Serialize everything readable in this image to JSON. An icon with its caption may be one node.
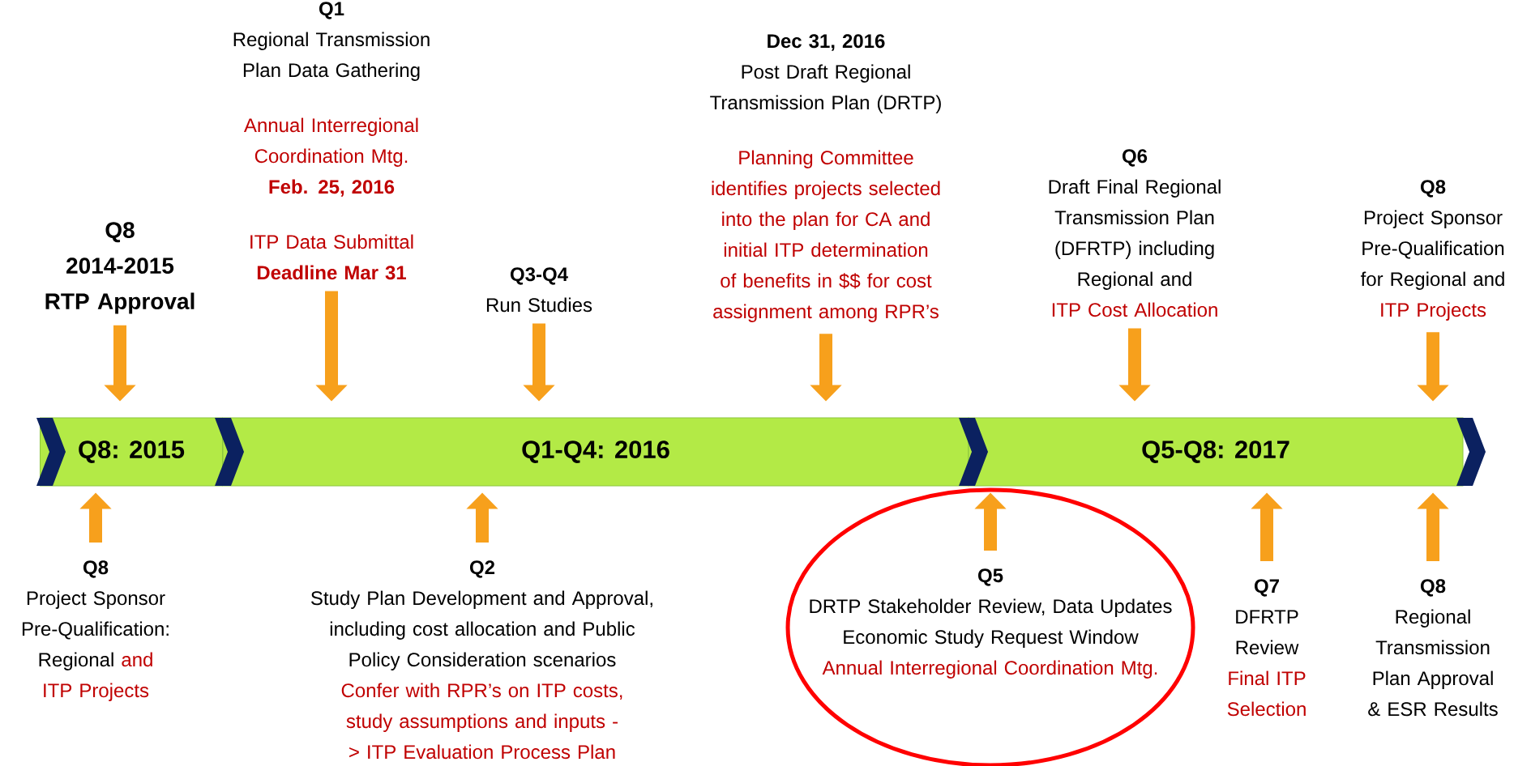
{
  "diagram": {
    "nodes": [
      {
        "text": [
          "Q8:  2015"
        ]
      },
      {
        "text": [
          "Q1-Q4:  2016"
        ]
      },
      {
        "text": [
          "Q5-Q8:  2017"
        ]
      },
      {
        "text": [
          "Q8",
          "2014-2015 RTP Approval"
        ]
      },
      {
        "text": [
          "Q1",
          "Regional Transmission Plan Data Gathering",
          "Annual Interregional Coordination Mtg.",
          "Feb. 25, 2016",
          "ITP Data Submittal",
          "Deadline Mar 31"
        ]
      },
      {
        "text": [
          "Q3-Q4",
          "Run Studies"
        ]
      },
      {
        "text": [
          "Dec 31, 2016",
          "Post Draft Regional Transmission Plan (DRTP)",
          "Planning Committee identifies projects selected into the plan for CA and initial ITP determination of benefits in $$ for cost assignment among RPR’s"
        ]
      },
      {
        "text": [
          "Q6",
          "Draft Final Regional Transmission Plan (DFRTP) including Regional and",
          "ITP Cost Allocation"
        ]
      },
      {
        "text": [
          "Q8",
          "Project Sponsor Pre-Qualification for Regional and",
          "ITP Projects"
        ]
      },
      {
        "text": [
          "Q8",
          "Project Sponsor Pre-Qualification: Regional",
          "and ITP Projects"
        ]
      },
      {
        "text": [
          "Q2",
          "Study Plan Development and Approval, including cost allocation and Public Policy Consideration scenarios",
          "Confer with RPR’s on ITP costs, study assumptions and inputs -> ITP Evaluation Process Plan"
        ]
      },
      {
        "text": [],
        "shape": "circle"
      },
      {
        "text": [
          "Q5",
          "DRTP Stakeholder Review, Data Updates",
          "Economic Study Request Window",
          "Annual Interregional Coordination Mtg."
        ],
        "in": 11
      },
      {
        "text": [
          "Q7",
          "DFRTP Review",
          "Final ITP Selection"
        ]
      },
      {
        "text": [
          "Q8",
          "Regional Transmission Plan Approval & ESR Results"
        ]
      }
    ],
    "edges": [
      {
        "from": 3,
        "to": 0,
        "arrow": "to"
      },
      {
        "from": 4,
        "to": 1,
        "arrow": "to"
      },
      {
        "from": 5,
        "to": 1,
        "arrow": "to"
      },
      {
        "from": 6,
        "to": 1,
        "arrow": "to"
      },
      {
        "from": 7,
        "to": 2,
        "arrow": "to"
      },
      {
        "from": 8,
        "to": 2,
        "arrow": "to"
      },
      {
        "from": 9,
        "to": 0,
        "arrow": "to"
      },
      {
        "from": 10,
        "to": 1,
        "arrow": "to"
      },
      {
        "from": 12,
        "to": 2,
        "arrow": "to"
      },
      {
        "from": 13,
        "to": 2,
        "arrow": "to"
      },
      {
        "from": 14,
        "to": 2,
        "arrow": "to"
      }
    ]
  }
}
